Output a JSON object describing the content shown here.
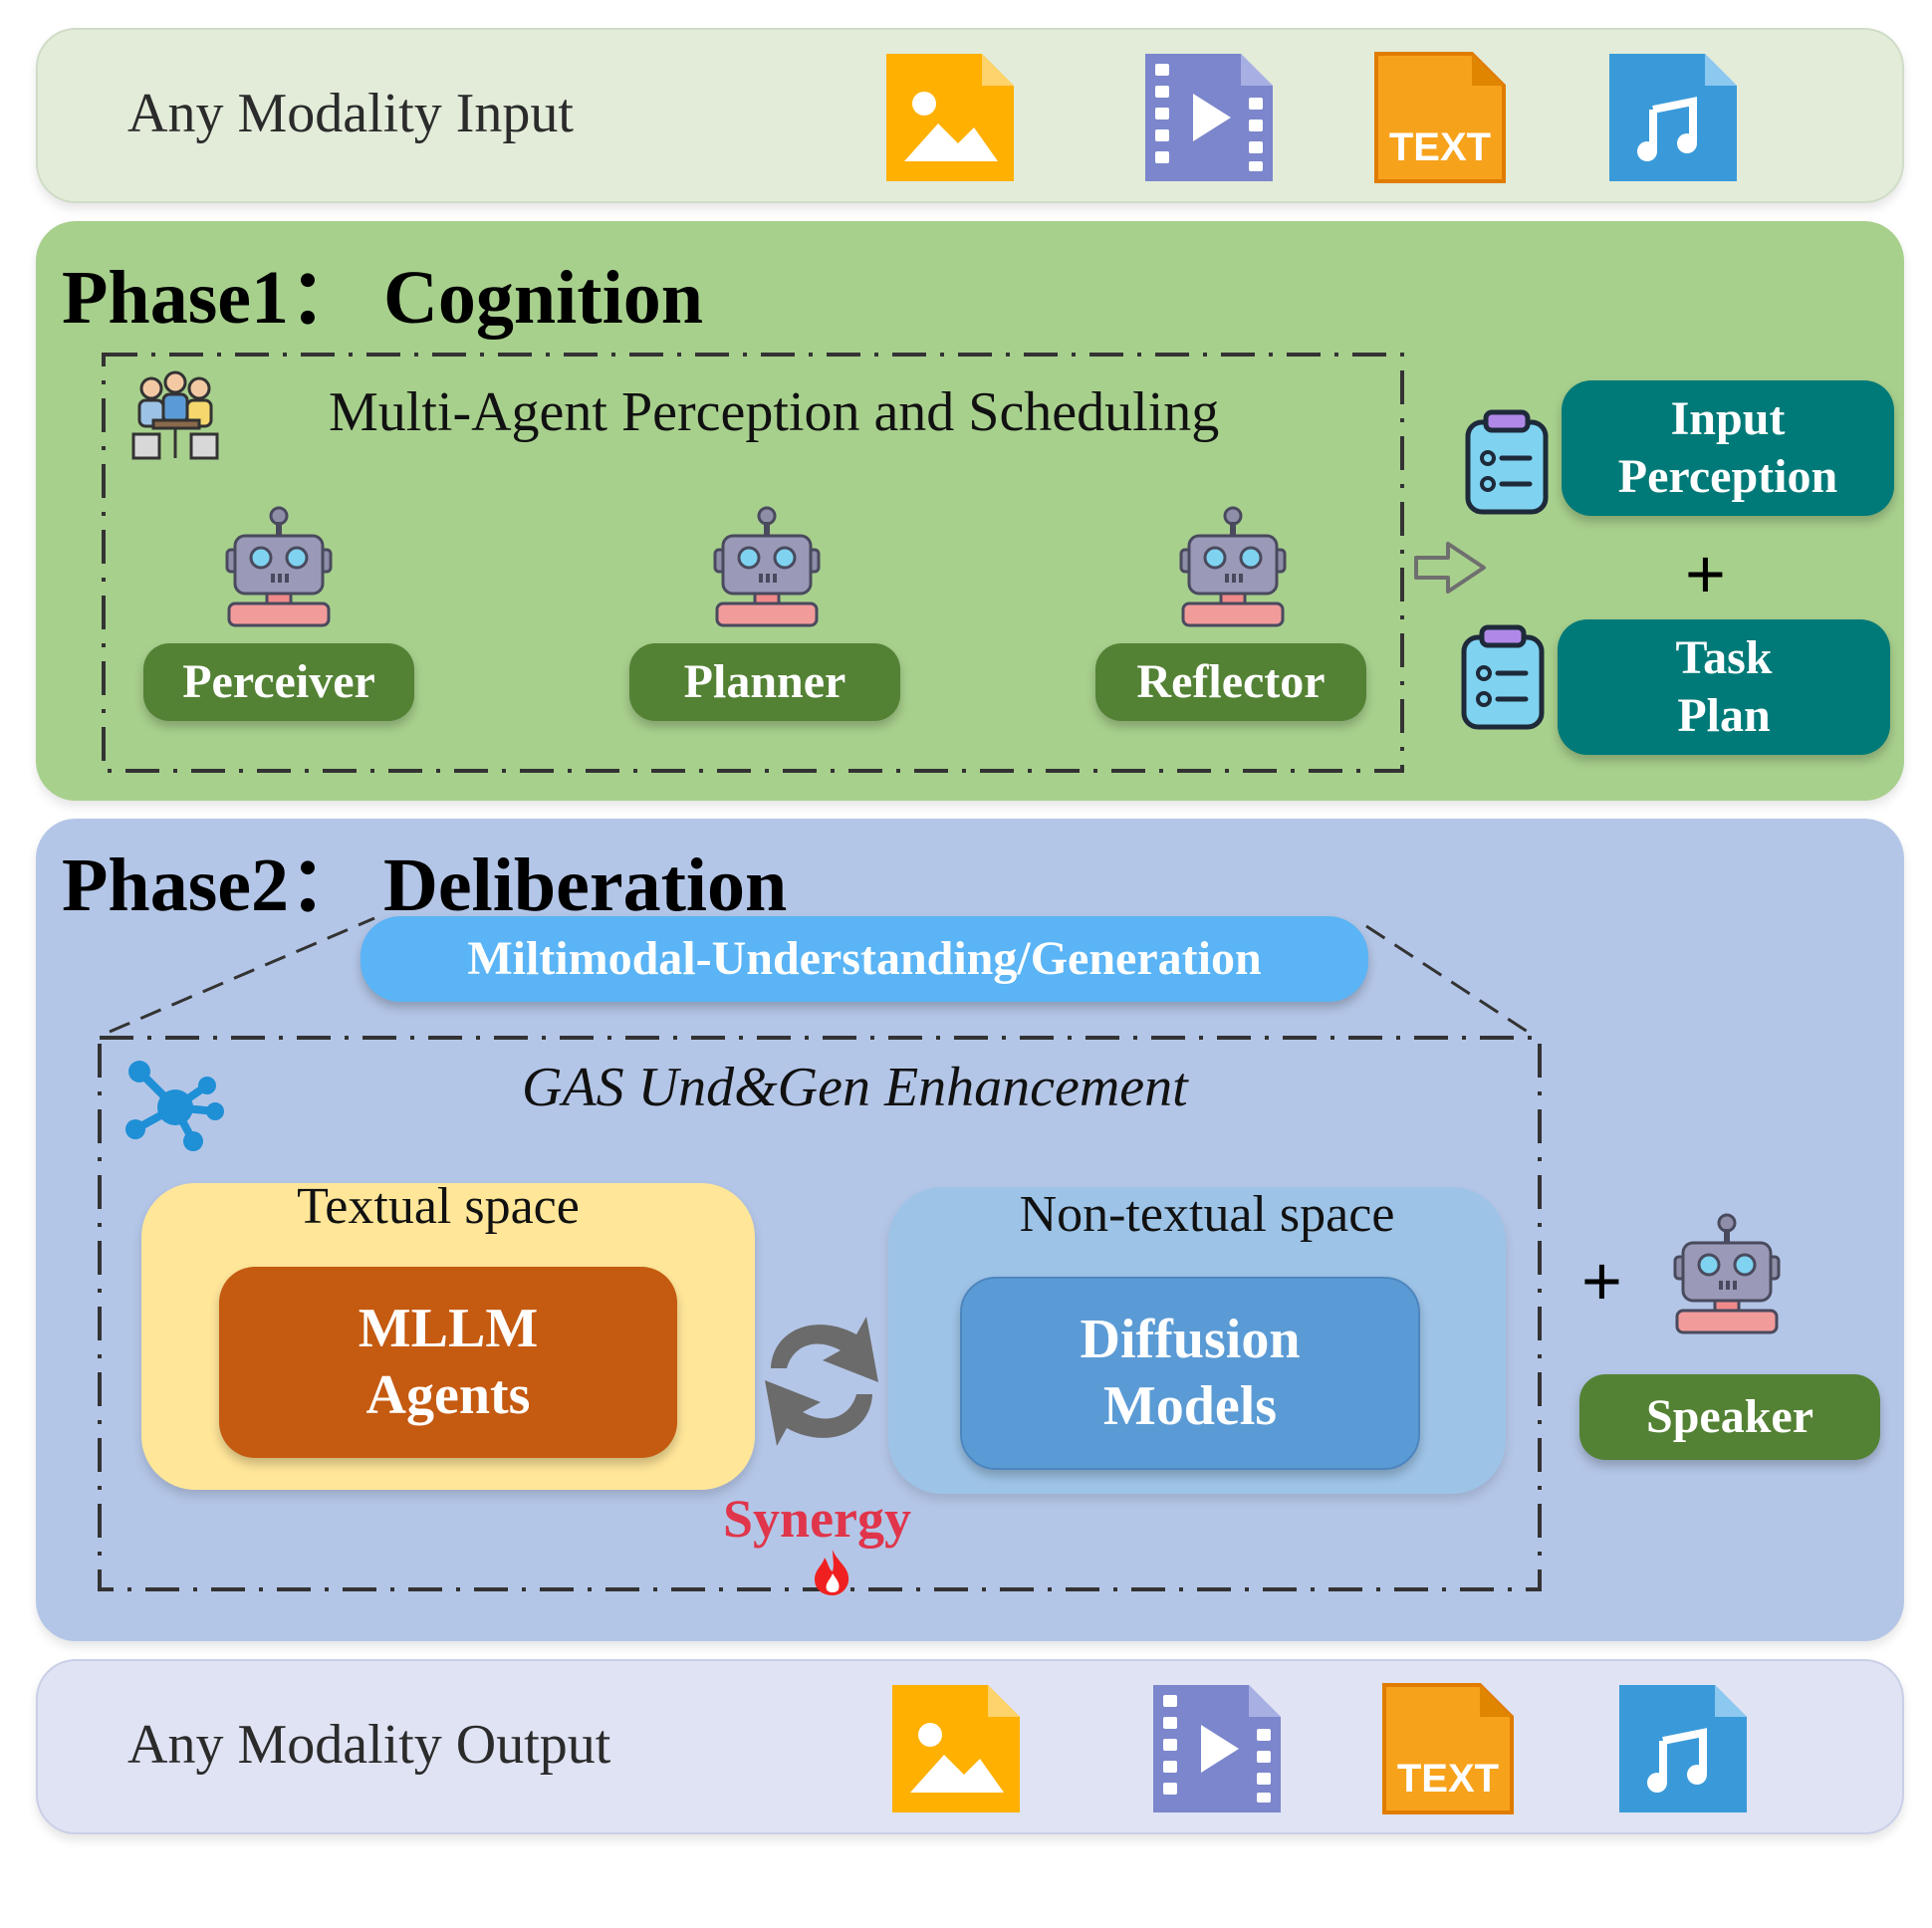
{
  "input_band": {
    "label": "Any Modality Input",
    "file_text_label": "TEXT"
  },
  "output_band": {
    "label": "Any Modality Output",
    "file_text_label": "TEXT"
  },
  "phase1": {
    "title": "Phase1： Cognition",
    "group_title": "Multi-Agent Perception and Scheduling",
    "agents": [
      "Perceiver",
      "Planner",
      "Reflector"
    ],
    "outputs": [
      {
        "line1": "Input",
        "line2": "Perception"
      },
      {
        "line1": "Task",
        "line2": "Plan"
      }
    ],
    "plus": "+"
  },
  "phase2": {
    "title": "Phase2： Deliberation",
    "banner": "Miltimodal-Understanding/Generation",
    "group_title": "GAS Und&Gen Enhancement",
    "textual_space": {
      "label": "Textual space",
      "line1": "MLLM",
      "line2": "Agents"
    },
    "nontextual_space": {
      "label": "Non-textual space",
      "line1": "Diffusion",
      "line2": "Models"
    },
    "synergy": "Synergy",
    "plus": "+",
    "speaker": "Speaker"
  },
  "colors": {
    "phase1_bg": "#a8d08d",
    "phase2_bg": "#b4c6e7",
    "agent_pill": "#548235",
    "output_pill": "#007a78",
    "mllm_box": "#c55a11",
    "diffusion_box": "#5b9bd5",
    "banner": "#5ab4f5",
    "synergy": "#e0354a"
  }
}
